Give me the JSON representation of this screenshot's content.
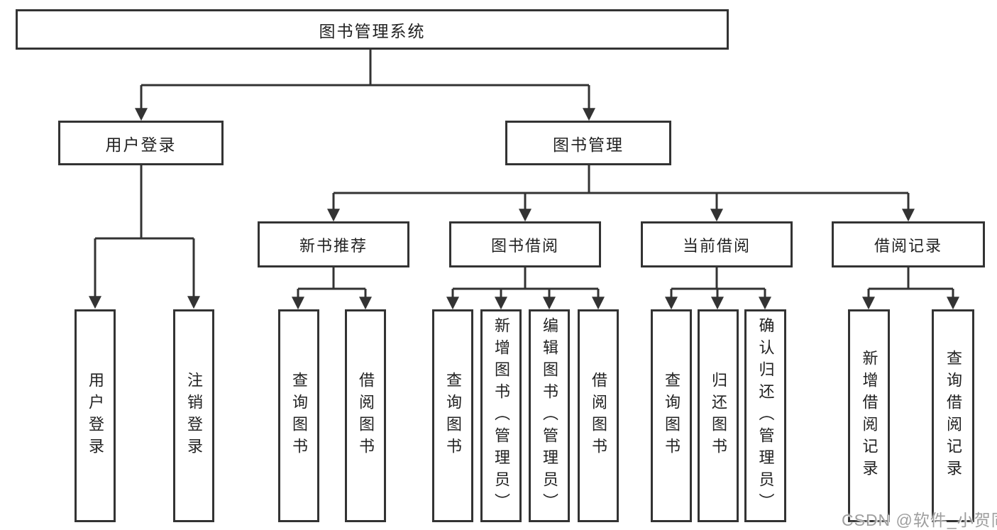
{
  "diagram": {
    "type": "hierarchy-tree",
    "title": "图书管理系统"
  },
  "tree": {
    "root": {
      "label": "图书管理系统",
      "children": [
        {
          "label": "用户登录",
          "children": [
            {
              "label": "用户登录"
            },
            {
              "label": "注销登录"
            }
          ]
        },
        {
          "label": "图书管理",
          "children": [
            {
              "label": "新书推荐",
              "children": [
                {
                  "label": "查询图书"
                },
                {
                  "label": "借阅图书"
                }
              ]
            },
            {
              "label": "图书借阅",
              "children": [
                {
                  "label": "查询图书"
                },
                {
                  "label": "新增图书（管理员）"
                },
                {
                  "label": "编辑图书（管理员）"
                },
                {
                  "label": "借阅图书"
                }
              ]
            },
            {
              "label": "当前借阅",
              "children": [
                {
                  "label": "查询图书"
                },
                {
                  "label": "归还图书"
                },
                {
                  "label": "确认归还（管理员）"
                }
              ]
            },
            {
              "label": "借阅记录",
              "children": [
                {
                  "label": "新增借阅记录"
                },
                {
                  "label": "查询借阅记录"
                }
              ]
            }
          ]
        }
      ]
    }
  },
  "watermark": {
    "text": "CSDN @软件_小贺同学",
    "color": "#9e9e9e"
  },
  "colors": {
    "background": "#ffffff",
    "line": "#333333",
    "box_border": "#333333",
    "text": "#222222"
  }
}
